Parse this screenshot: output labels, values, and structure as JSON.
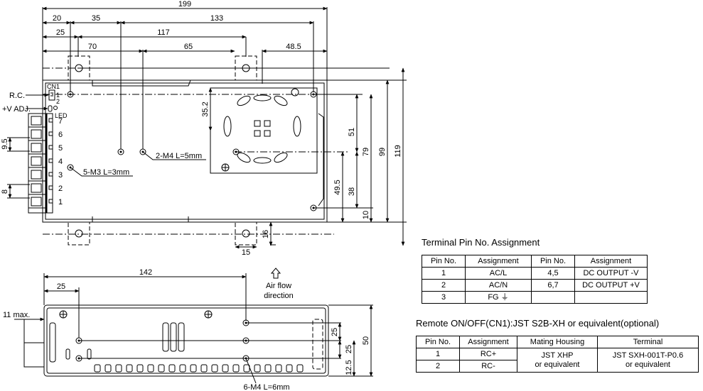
{
  "top_view": {
    "dims": {
      "total_width": "199",
      "d20": "20",
      "d35": "35",
      "d133": "133",
      "d25": "25",
      "d117": "117",
      "d70": "70",
      "d65": "65",
      "d48_5": "48.5",
      "d35_2": "35.2",
      "d51": "51",
      "d79": "79",
      "d99": "99",
      "d119": "119",
      "d49_5": "49.5",
      "d38": "38",
      "d10": "10",
      "d16": "16",
      "d15": "15",
      "d9_5": "9.5",
      "d8": "8"
    },
    "labels": {
      "rc": "R.C.",
      "vadj": "+V ADJ.",
      "cn1": "CN1",
      "led": "LED",
      "cn_pin1": "1",
      "cn_pin2": "2",
      "m4_note": "2-M4 L=5mm",
      "m3_note": "5-M3 L=3mm"
    },
    "terminal_numbers": [
      "7",
      "6",
      "5",
      "4",
      "3",
      "2",
      "1"
    ]
  },
  "side_view": {
    "dims": {
      "d142": "142",
      "d25": "25",
      "d11max": "11 max.",
      "d25r": "25",
      "d25b": "25",
      "d50": "50",
      "d12_5": "12.5"
    },
    "airflow_label": "Air flow",
    "airflow_label2": "direction",
    "m4_note": "6-M4 L=6mm"
  },
  "terminal_table": {
    "title": "Terminal Pin No.  Assignment",
    "headers": [
      "Pin No.",
      "Assignment",
      "Pin No.",
      "Assignment"
    ],
    "rows": [
      [
        "1",
        "AC/L",
        "4,5",
        "DC OUTPUT -V"
      ],
      [
        "2",
        "AC/N",
        "6,7",
        "DC OUTPUT +V"
      ],
      [
        "3",
        "FG ⏚",
        "",
        ""
      ]
    ]
  },
  "remote_table": {
    "title": "Remote ON/OFF(CN1):JST S2B-XH or equivalent(optional)",
    "headers": [
      "Pin No.",
      "Assignment",
      "Mating Housing",
      "Terminal"
    ],
    "rows": [
      [
        "1",
        "RC+"
      ],
      [
        "2",
        "RC-"
      ]
    ],
    "housing": "JST XHP",
    "housing2": "or equivalent",
    "terminal": "JST SXH-001T-P0.6",
    "terminal2": "or equivalent"
  }
}
